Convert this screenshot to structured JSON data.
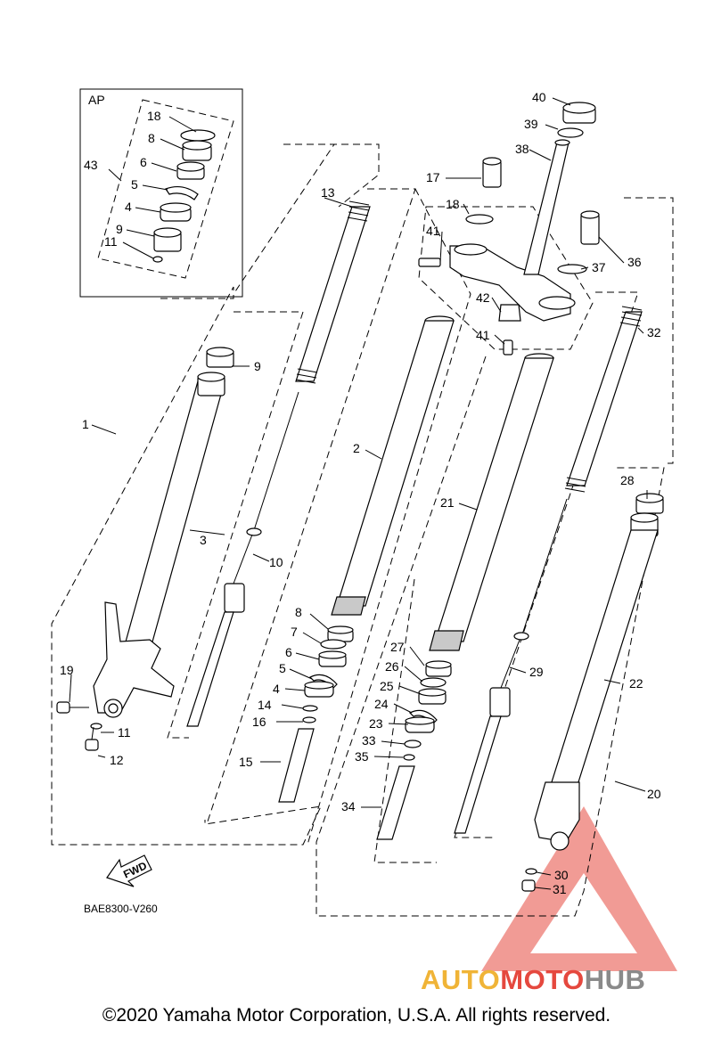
{
  "labels": {
    "p1": "1",
    "p2": "2",
    "p3": "3",
    "p4a": "4",
    "p4b": "4",
    "p5a": "5",
    "p5b": "5",
    "p6a": "6",
    "p6b": "6",
    "p7": "7",
    "p8a": "8",
    "p8b": "8",
    "p9a": "9",
    "p9b": "9",
    "p10": "10",
    "p11a": "11",
    "p11b": "11",
    "p12": "12",
    "p13": "13",
    "p14": "14",
    "p15": "15",
    "p16": "16",
    "p17": "17",
    "p18a": "18",
    "p18b": "18",
    "p19": "19",
    "p20": "20",
    "p21": "21",
    "p22": "22",
    "p23": "23",
    "p24": "24",
    "p25": "25",
    "p26": "26",
    "p27": "27",
    "p28": "28",
    "p29": "29",
    "p30": "30",
    "p31": "31",
    "p32": "32",
    "p33": "33",
    "p34": "34",
    "p35": "35",
    "p36": "36",
    "p37": "37",
    "p38": "38",
    "p39": "39",
    "p40": "40",
    "p41a": "41",
    "p41b": "41",
    "p42": "42",
    "p43": "43",
    "ap": "AP",
    "fwd": "FWD"
  },
  "diagram_code": "BAE8300-V260",
  "copyright": "©2020 Yamaha Motor Corporation, U.S.A. All rights reserved.",
  "watermark": {
    "part1": "AUTO",
    "part2": "MOTO",
    "part3": "HUB"
  }
}
